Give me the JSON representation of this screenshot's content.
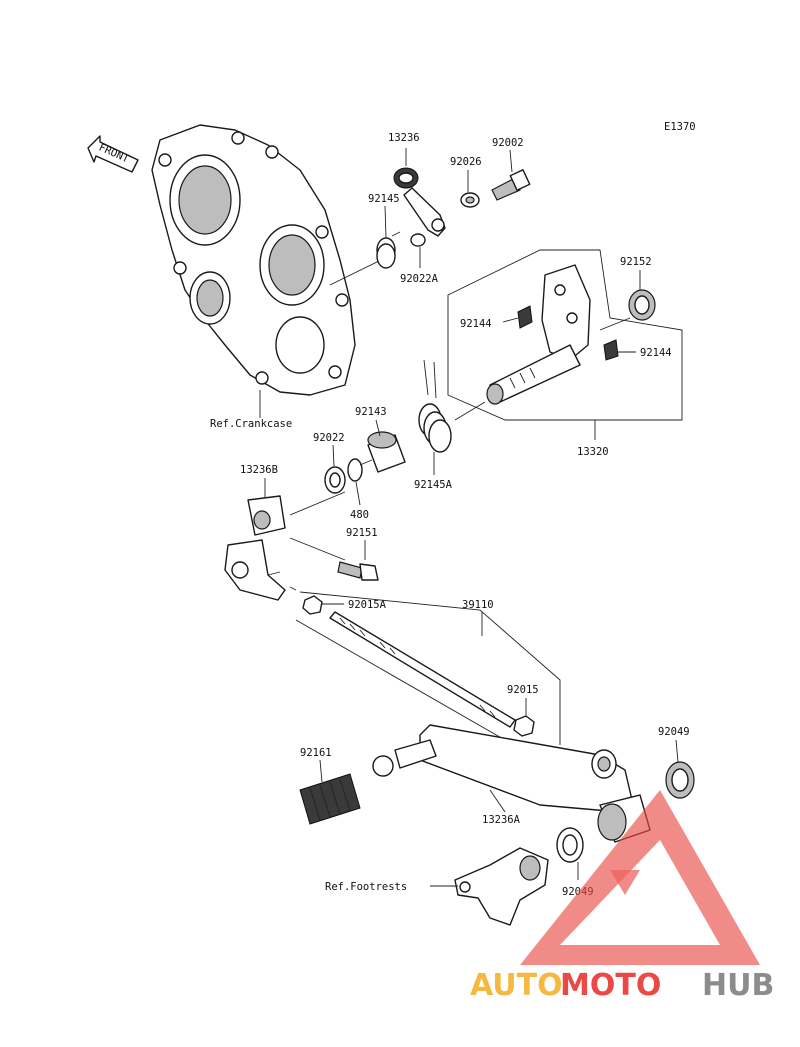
{
  "diagram_code": "E1370",
  "front_arrow_text": "FRONT",
  "parts": {
    "p13236": "13236",
    "p92026": "92026",
    "p92002": "92002",
    "p92145": "92145",
    "p92022A": "92022A",
    "p92152": "92152",
    "p92144a": "92144",
    "p92144b": "92144",
    "p92143": "92143",
    "p92022": "92022",
    "p480": "480",
    "p92145A": "92145A",
    "p13320": "13320",
    "p13236B": "13236B",
    "p92151": "92151",
    "p92015A": "92015A",
    "p39110": "39110",
    "p92015": "92015",
    "p92049a": "92049",
    "p92049b": "92049",
    "p92161": "92161",
    "p13236A": "13236A"
  },
  "refs": {
    "crankcase": "Ref.Crankcase",
    "footrests": "Ref.Footrests"
  },
  "watermark": {
    "part1": "AUTO",
    "part2": "MOTO",
    "part3": "HUB",
    "color_auto": "#f5b942",
    "color_moto": "#e94a45",
    "color_hub": "#8c8c8c",
    "triangle_color": "#e94a45"
  }
}
